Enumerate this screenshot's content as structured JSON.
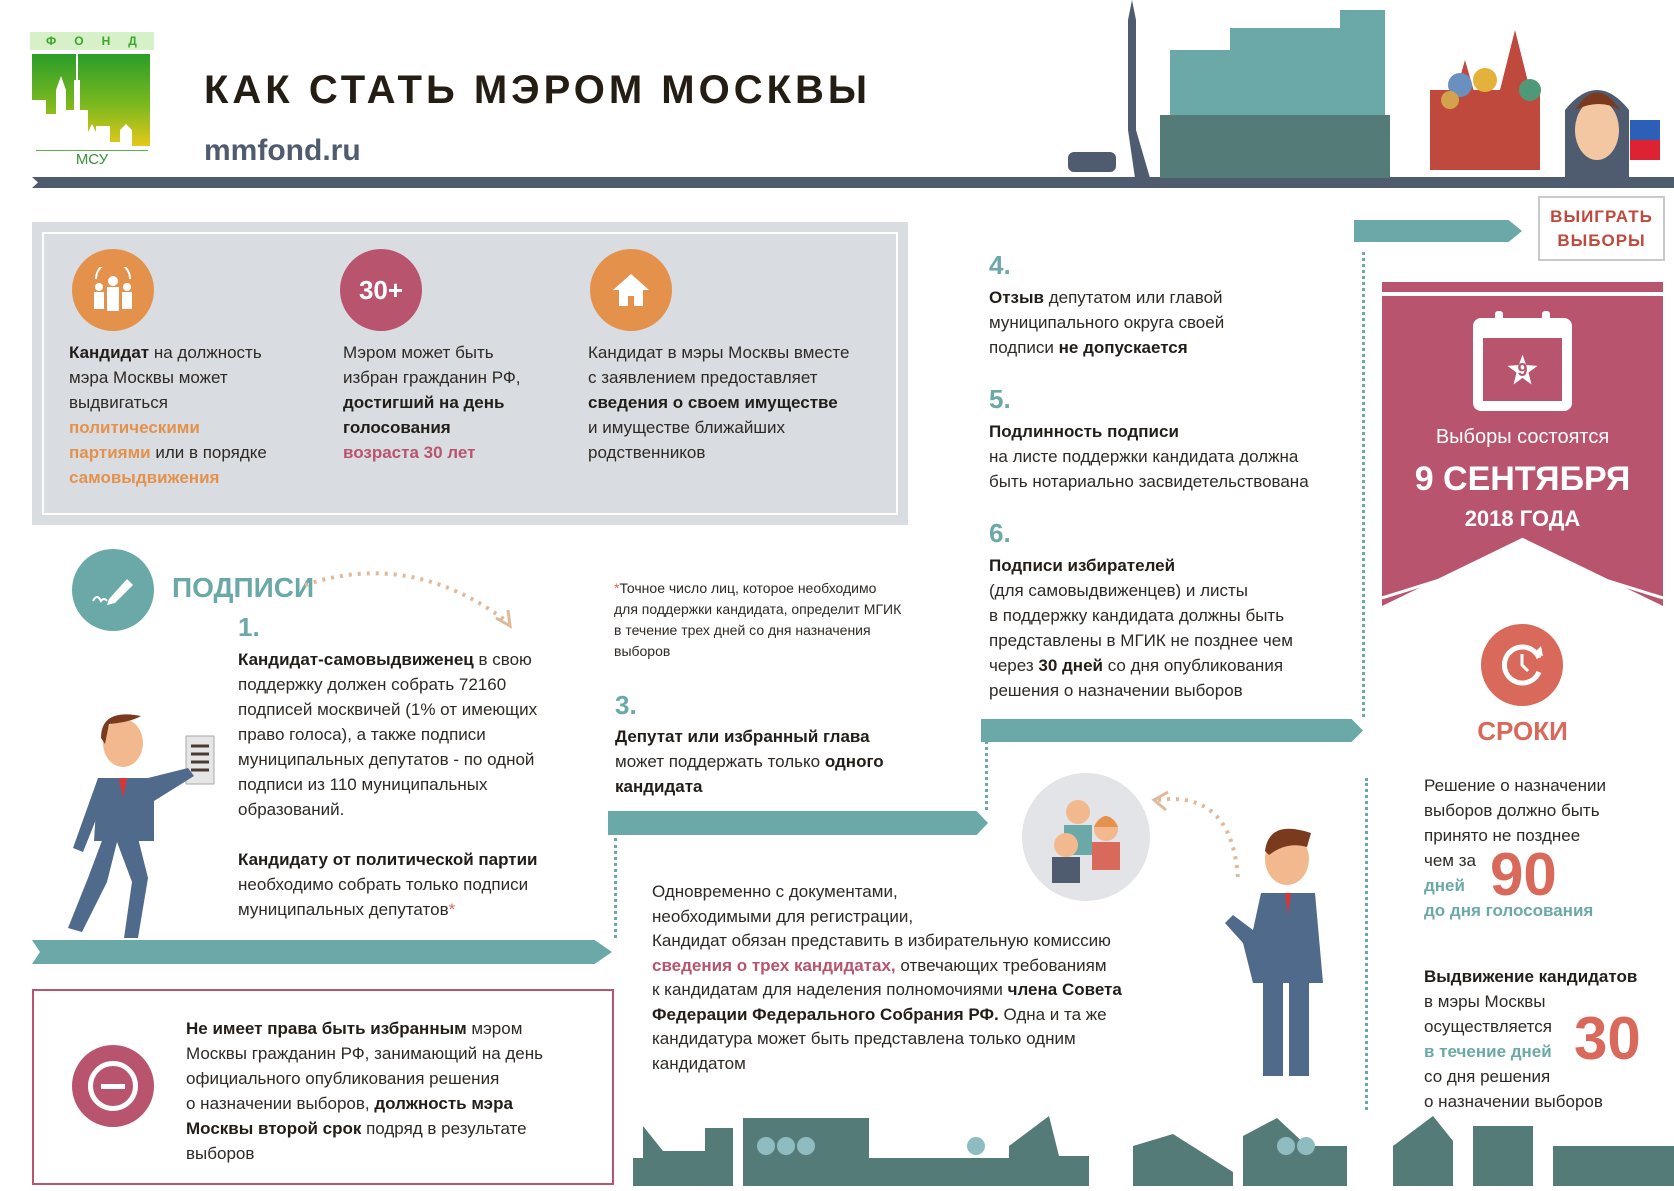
{
  "logo": {
    "top_text": "ФОНД",
    "bottom_text": "МСУ"
  },
  "header": {
    "title": "КАК СТАТЬ МЭРОМ МОСКВЫ",
    "url": "mmfond.ru"
  },
  "colors": {
    "teal": "#6aa9a7",
    "pink": "#b9546f",
    "orange": "#e4914c",
    "navy": "#4f5b6e",
    "coral": "#d9695a",
    "grey_box": "#d9dde1"
  },
  "sign": {
    "line1": "ВЫИГРАТЬ",
    "line2": "ВЫБОРЫ"
  },
  "intro": {
    "col1": {
      "icon": "people-icon",
      "text": [
        {
          "t": "Кандидат",
          "s": "b"
        },
        {
          "t": " на должность\nмэра Москвы может\nвыдвигаться\n",
          "s": "n"
        },
        {
          "t": "политическими\nпартиями",
          "s": "o"
        },
        {
          "t": " или в порядке\n",
          "s": "n"
        },
        {
          "t": "самовыдвижения",
          "s": "o"
        }
      ]
    },
    "col2": {
      "icon_label": "30+",
      "text": [
        {
          "t": "Мэром может быть\nизбран гражданин РФ,\n",
          "s": "n"
        },
        {
          "t": "достигший на день\nголосования\n",
          "s": "b"
        },
        {
          "t": "возраста 30 лет",
          "s": "p"
        }
      ]
    },
    "col3": {
      "icon": "house-icon",
      "text": [
        {
          "t": "Кандидат в мэры Москвы вместе\nс заявлением предоставляет\n",
          "s": "n"
        },
        {
          "t": "сведения о своем имуществе",
          "s": "b"
        },
        {
          "t": "\nи имуществе ближайших\nродственников",
          "s": "n"
        }
      ]
    }
  },
  "signatures": {
    "heading": "ПОДПИСИ",
    "step1": {
      "number": "1.",
      "text": [
        {
          "t": "Кандидат-самовыдвиженец",
          "s": "b"
        },
        {
          "t": " в свою\nподдержку должен собрать 72160\nподписей москвичей (1% от имеющих\nправо голоса), а также подписи\nмуниципальных депутатов - по одной\nподписи из 110 муниципальных\nобразований.\n\n",
          "s": "n"
        },
        {
          "t": "Кандидату от политической партии",
          "s": "b"
        },
        {
          "t": "\nнеобходимо собрать только подписи\nмуниципальных депутатов",
          "s": "n"
        },
        {
          "t": "*",
          "s": "pk"
        }
      ]
    },
    "footnote": [
      {
        "t": "*",
        "s": "pk"
      },
      {
        "t": "Точное число лиц, которое необходимо\nдля поддержки кандидата, определит МГИК\nв течение трех дней со дня назначения\nвыборов",
        "s": "n"
      }
    ],
    "step3": {
      "number": "3.",
      "text": [
        {
          "t": "Депутат или избранный глава",
          "s": "b"
        },
        {
          "t": "\nможет поддержать только ",
          "s": "n"
        },
        {
          "t": "одного\nкандидата",
          "s": "b"
        }
      ]
    },
    "step4": {
      "number": "4.",
      "text": [
        {
          "t": "Отзыв",
          "s": "b"
        },
        {
          "t": " депутатом или главой\nмуниципального округа своей\nподписи ",
          "s": "n"
        },
        {
          "t": "не допускается",
          "s": "b"
        }
      ]
    },
    "step5": {
      "number": "5.",
      "text": [
        {
          "t": "Подлинность подписи",
          "s": "b"
        },
        {
          "t": "\nна листе поддержки кандидата должна\nбыть нотариально засвидетельствована",
          "s": "n"
        }
      ]
    },
    "step6": {
      "number": "6.",
      "text": [
        {
          "t": "Подписи избирателей",
          "s": "b"
        },
        {
          "t": "\n(для самовыдвиженцев) и листы\nв поддержку кандидата должны быть\nпредставлены в МГИК не позднее чем\nчерез ",
          "s": "n"
        },
        {
          "t": "30 дней",
          "s": "b"
        },
        {
          "t": " со дня опубликования\nрешения о назначении выборов",
          "s": "n"
        }
      ]
    }
  },
  "federation_council": [
    {
      "t": "Одновременно с документами,\nнеобходимыми для регистрации,\nКандидат обязан представить в избирательную комиссию\n",
      "s": "n"
    },
    {
      "t": "сведения о трех кандидатах,",
      "s": "p"
    },
    {
      "t": " отвечающих требованиям\nк кандидатам для наделения полномочиями ",
      "s": "n"
    },
    {
      "t": "члена Совета\nФедерации Федерального Собрания РФ.",
      "s": "b"
    },
    {
      "t": " Одна и та же\nкандидатура может быть представлена только одним\nкандидатом",
      "s": "n"
    }
  ],
  "restriction": [
    {
      "t": "Не имеет права быть избранным",
      "s": "b"
    },
    {
      "t": " мэром\nМосквы гражданин РФ, занимающий на день\nофициального опубликования решения\nо назначении выборов, ",
      "s": "n"
    },
    {
      "t": "должность мэра\nМосквы второй срок",
      "s": "b"
    },
    {
      "t": " подряд в результате\nвыборов",
      "s": "n"
    }
  ],
  "election": {
    "calendar_day": "9",
    "line1": "Выборы состоятся",
    "date": "9 СЕНТЯБРЯ",
    "year": "2018 ГОДА"
  },
  "deadlines": {
    "heading": "СРОКИ",
    "block1": {
      "text": [
        {
          "t": "Решение о назначении\nвыборов должно быть\nпринято не позднее\nчем за\n",
          "s": "n"
        },
        {
          "t": "дней\nдо дня голосования",
          "s": "tb"
        }
      ],
      "big_number": "90"
    },
    "block2": {
      "text": [
        {
          "t": "Выдвижение кандидатов",
          "s": "b"
        },
        {
          "t": "\nв мэры Москвы\nосуществляется\n",
          "s": "n"
        },
        {
          "t": "в течение дней",
          "s": "tb"
        },
        {
          "t": "\nсо дня решения\nо назначении выборов",
          "s": "n"
        }
      ],
      "big_number": "30"
    }
  }
}
